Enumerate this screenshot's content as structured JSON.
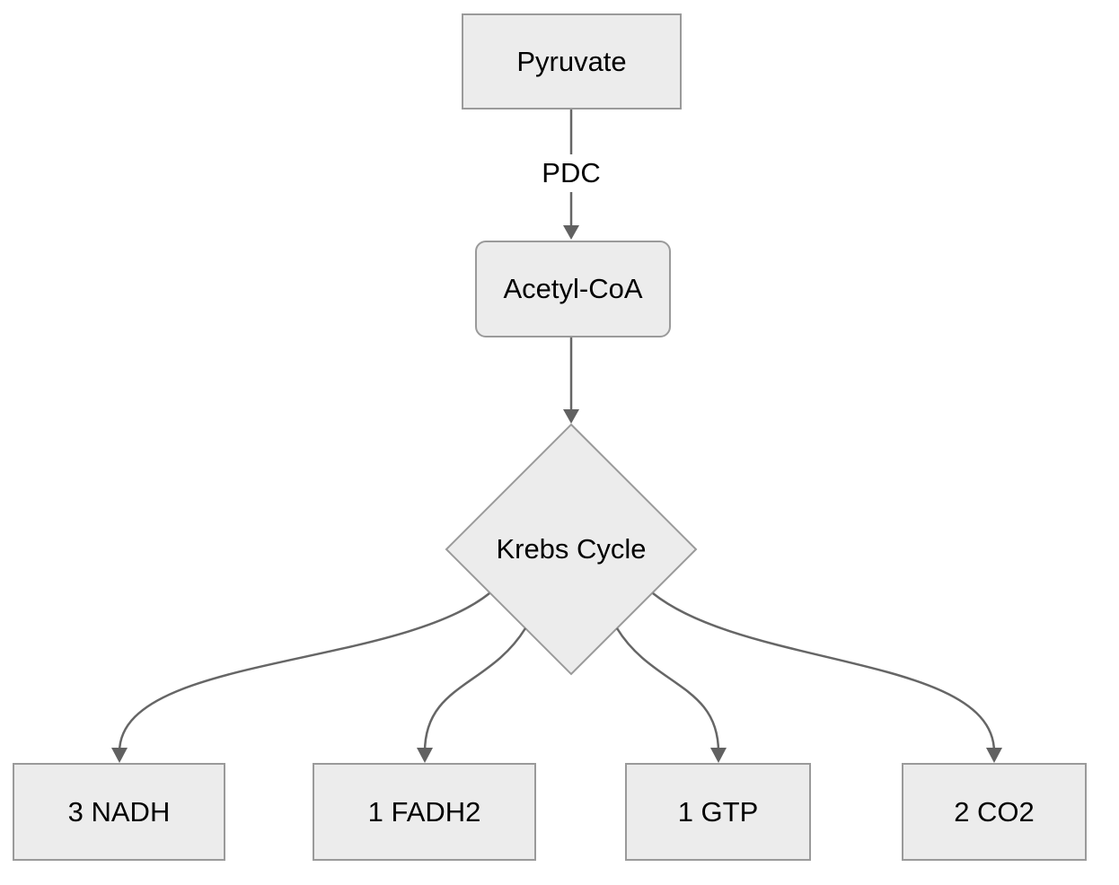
{
  "diagram": {
    "title": "Pyruvate to Krebs Cycle flowchart",
    "nodes": [
      {
        "id": "pyruvate",
        "label": "Pyruvate",
        "shape": "rectangle"
      },
      {
        "id": "acetyl-coa",
        "label": "Acetyl-CoA",
        "shape": "rounded-rectangle"
      },
      {
        "id": "krebs-cycle",
        "label": "Krebs Cycle",
        "shape": "diamond"
      },
      {
        "id": "nadh",
        "label": "3 NADH",
        "shape": "rectangle"
      },
      {
        "id": "fadh2",
        "label": "1 FADH2",
        "shape": "rectangle"
      },
      {
        "id": "gtp",
        "label": "1 GTP",
        "shape": "rectangle"
      },
      {
        "id": "co2",
        "label": "2 CO2",
        "shape": "rectangle"
      }
    ],
    "edges": [
      {
        "from": "Pyruvate",
        "to": "Acetyl-CoA",
        "label": "PDC"
      },
      {
        "from": "Acetyl-CoA",
        "to": "Krebs Cycle",
        "label": ""
      },
      {
        "from": "Krebs Cycle",
        "to": "3 NADH",
        "label": ""
      },
      {
        "from": "Krebs Cycle",
        "to": "1 FADH2",
        "label": ""
      },
      {
        "from": "Krebs Cycle",
        "to": "1 GTP",
        "label": ""
      },
      {
        "from": "Krebs Cycle",
        "to": "2 CO2",
        "label": ""
      }
    ],
    "colors": {
      "background": "#ffffff",
      "node_fill": "#ececec",
      "node_border": "#9a9a9a",
      "edge_stroke": "#666666",
      "arrowhead": "#616161",
      "text": "#000000"
    }
  }
}
